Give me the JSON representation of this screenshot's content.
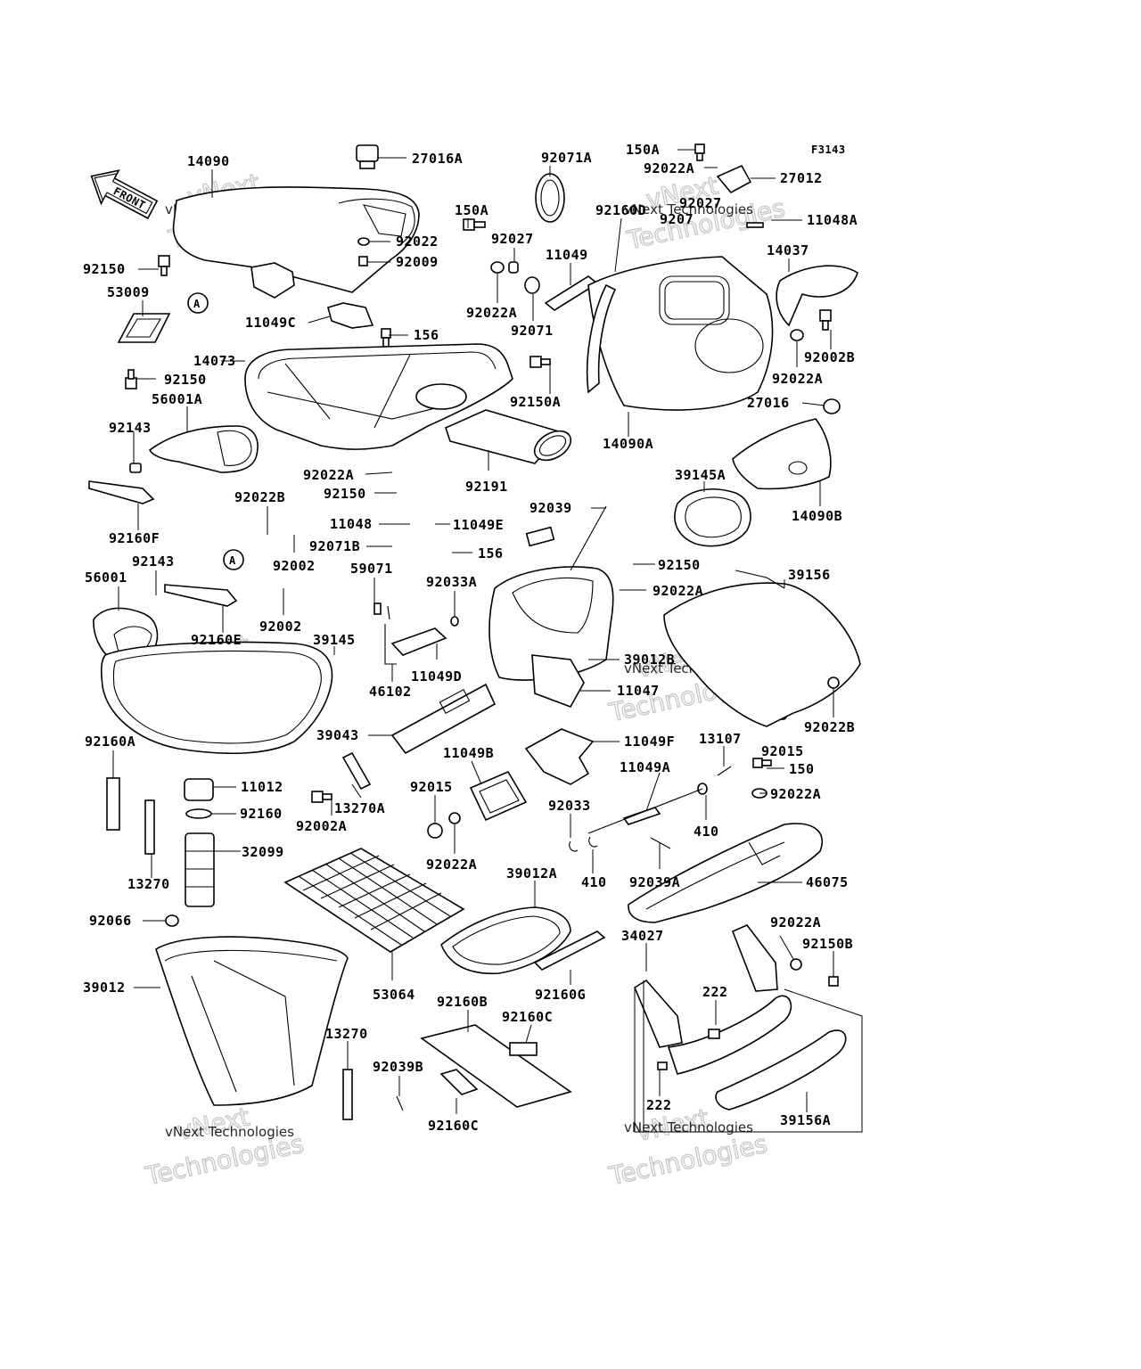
{
  "diagram": {
    "figure_code": "F3143",
    "front_label": "FRONT",
    "callout_a": "A",
    "watermark_small": "vNext Technologies",
    "watermark_large": "Technologies",
    "watermark_cut": "vNext"
  },
  "labels": [
    {
      "id": "14090",
      "text": "14090"
    },
    {
      "id": "27016A",
      "text": "27016A"
    },
    {
      "id": "92071A",
      "text": "92071A"
    },
    {
      "id": "150A_top",
      "text": "150A"
    },
    {
      "id": "92022A_top",
      "text": "92022A"
    },
    {
      "id": "27012",
      "text": "27012"
    },
    {
      "id": "92027_top",
      "text": "92027"
    },
    {
      "id": "92071_top",
      "text": "9207"
    },
    {
      "id": "11048A",
      "text": "11048A"
    },
    {
      "id": "150A_mid",
      "text": "150A"
    },
    {
      "id": "92150_a",
      "text": "92150"
    },
    {
      "id": "92022_a",
      "text": "92022"
    },
    {
      "id": "92009",
      "text": "92009"
    },
    {
      "id": "92027_mid",
      "text": "92027"
    },
    {
      "id": "92160D",
      "text": "92160D"
    },
    {
      "id": "11049",
      "text": "11049"
    },
    {
      "id": "14037",
      "text": "14037"
    },
    {
      "id": "53009",
      "text": "53009"
    },
    {
      "id": "92022A_b",
      "text": "92022A"
    },
    {
      "id": "11049C",
      "text": "11049C"
    },
    {
      "id": "156_a",
      "text": "156"
    },
    {
      "id": "92071",
      "text": "92071"
    },
    {
      "id": "92002B",
      "text": "92002B"
    },
    {
      "id": "14073",
      "text": "14073"
    },
    {
      "id": "92150_b",
      "text": "92150"
    },
    {
      "id": "92022A_c",
      "text": "92022A"
    },
    {
      "id": "92150A",
      "text": "92150A"
    },
    {
      "id": "56001A",
      "text": "56001A"
    },
    {
      "id": "27016",
      "text": "27016"
    },
    {
      "id": "92143_a",
      "text": "92143"
    },
    {
      "id": "14090A",
      "text": "14090A"
    },
    {
      "id": "92022A_d",
      "text": "92022A"
    },
    {
      "id": "92191",
      "text": "92191"
    },
    {
      "id": "39145A",
      "text": "39145A"
    },
    {
      "id": "92150_c",
      "text": "92150"
    },
    {
      "id": "92022B_a",
      "text": "92022B"
    },
    {
      "id": "11048",
      "text": "11048"
    },
    {
      "id": "11049E",
      "text": "11049E"
    },
    {
      "id": "92039",
      "text": "92039"
    },
    {
      "id": "14090B",
      "text": "14090B"
    },
    {
      "id": "92160F",
      "text": "92160F"
    },
    {
      "id": "92071B",
      "text": "92071B"
    },
    {
      "id": "156_b",
      "text": "156"
    },
    {
      "id": "92002_a",
      "text": "92002"
    },
    {
      "id": "92150_d",
      "text": "92150"
    },
    {
      "id": "92143_b",
      "text": "92143"
    },
    {
      "id": "59071",
      "text": "59071"
    },
    {
      "id": "39156",
      "text": "39156"
    },
    {
      "id": "56001",
      "text": "56001"
    },
    {
      "id": "92033A",
      "text": "92033A"
    },
    {
      "id": "92022A_e",
      "text": "92022A"
    },
    {
      "id": "92160E",
      "text": "92160E"
    },
    {
      "id": "92002_b",
      "text": "92002"
    },
    {
      "id": "39145",
      "text": "39145"
    },
    {
      "id": "39012B",
      "text": "39012B"
    },
    {
      "id": "46102",
      "text": "46102"
    },
    {
      "id": "11049D",
      "text": "11049D"
    },
    {
      "id": "11047",
      "text": "11047"
    },
    {
      "id": "92022B_b",
      "text": "92022B"
    },
    {
      "id": "39043",
      "text": "39043"
    },
    {
      "id": "92160A",
      "text": "92160A"
    },
    {
      "id": "11049F",
      "text": "11049F"
    },
    {
      "id": "13107",
      "text": "13107"
    },
    {
      "id": "11049B",
      "text": "11049B"
    },
    {
      "id": "92015_a",
      "text": "92015"
    },
    {
      "id": "150",
      "text": "150"
    },
    {
      "id": "11012",
      "text": "11012"
    },
    {
      "id": "92015_b",
      "text": "92015"
    },
    {
      "id": "11049A",
      "text": "11049A"
    },
    {
      "id": "92022A_f",
      "text": "92022A"
    },
    {
      "id": "92160",
      "text": "92160"
    },
    {
      "id": "13270A",
      "text": "13270A"
    },
    {
      "id": "92002A",
      "text": "92002A"
    },
    {
      "id": "92033",
      "text": "92033"
    },
    {
      "id": "410_a",
      "text": "410"
    },
    {
      "id": "32099",
      "text": "32099"
    },
    {
      "id": "92022A_g",
      "text": "92022A"
    },
    {
      "id": "410_b",
      "text": "410"
    },
    {
      "id": "92039A",
      "text": "92039A"
    },
    {
      "id": "46075",
      "text": "46075"
    },
    {
      "id": "13270_a",
      "text": "13270"
    },
    {
      "id": "39012A",
      "text": "39012A"
    },
    {
      "id": "92066",
      "text": "92066"
    },
    {
      "id": "92022A_h",
      "text": "92022A"
    },
    {
      "id": "34027",
      "text": "34027"
    },
    {
      "id": "92150B",
      "text": "92150B"
    },
    {
      "id": "39012",
      "text": "39012"
    },
    {
      "id": "53064",
      "text": "53064"
    },
    {
      "id": "92160G",
      "text": "92160G"
    },
    {
      "id": "222_a",
      "text": "222"
    },
    {
      "id": "92160B",
      "text": "92160B"
    },
    {
      "id": "92160C_a",
      "text": "92160C"
    },
    {
      "id": "13270_b",
      "text": "13270"
    },
    {
      "id": "92039B",
      "text": "92039B"
    },
    {
      "id": "222_b",
      "text": "222"
    },
    {
      "id": "92160C_b",
      "text": "92160C"
    },
    {
      "id": "39156A",
      "text": "39156A"
    }
  ]
}
